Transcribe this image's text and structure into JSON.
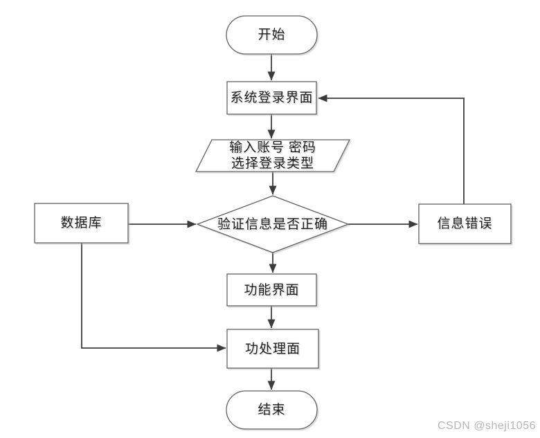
{
  "diagram": {
    "type": "flowchart",
    "nodes": {
      "start": {
        "shape": "terminator",
        "label": "开始"
      },
      "login": {
        "shape": "rectangle",
        "label": "系统登录界面"
      },
      "input": {
        "shape": "parallelogram",
        "line1": "输入账号 密码",
        "line2": "选择登录类型"
      },
      "verify": {
        "shape": "diamond",
        "label": "验证信息是否正确"
      },
      "database": {
        "shape": "rectangle",
        "label": "数据库"
      },
      "error": {
        "shape": "rectangle",
        "label": "信息错误"
      },
      "function": {
        "shape": "rectangle",
        "label": "功能界面"
      },
      "process": {
        "shape": "rectangle",
        "label": "功处理面"
      },
      "end": {
        "shape": "terminator",
        "label": "结束"
      }
    },
    "edges": [
      {
        "from": "start",
        "to": "login"
      },
      {
        "from": "login",
        "to": "input"
      },
      {
        "from": "input",
        "to": "verify"
      },
      {
        "from": "database",
        "to": "verify"
      },
      {
        "from": "verify",
        "to": "error"
      },
      {
        "from": "verify",
        "to": "function"
      },
      {
        "from": "error",
        "to": "login"
      },
      {
        "from": "function",
        "to": "process"
      },
      {
        "from": "database",
        "to": "process"
      },
      {
        "from": "process",
        "to": "end"
      }
    ],
    "colors": {
      "background": "#ffffff",
      "shape_fill": "#ffffff",
      "shape_stroke": "#606060",
      "edge_stroke": "#3c3c3c",
      "text": "#1c1c1c",
      "watermark": "#b5b5b5"
    }
  },
  "watermark": {
    "text": "CSDN @sheji1056"
  }
}
